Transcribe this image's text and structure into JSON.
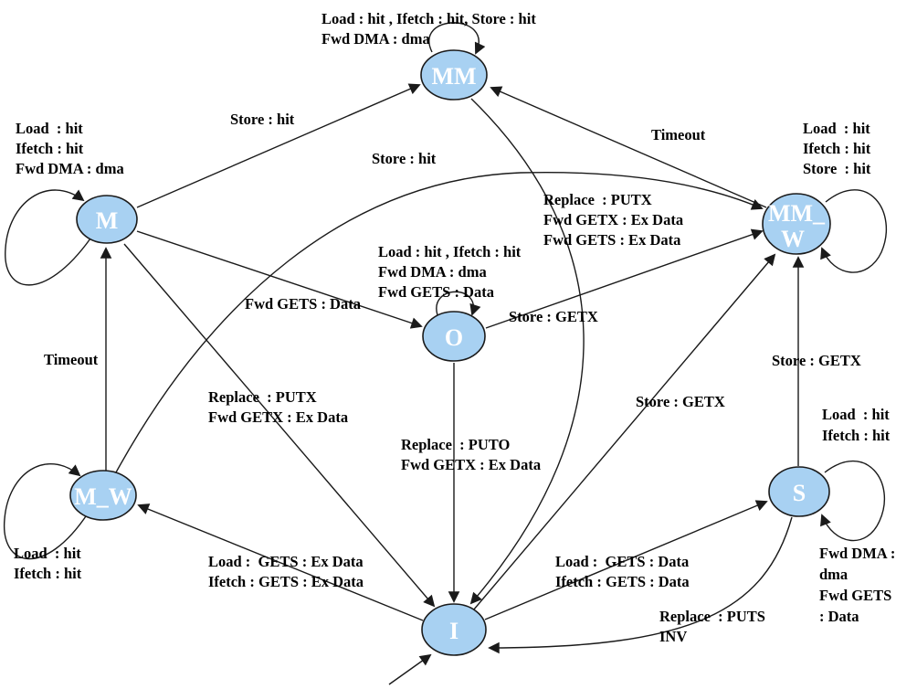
{
  "diagram": {
    "type": "state-machine",
    "description": "Cache coherence protocol state transition diagram",
    "states": {
      "mm": "MM",
      "m": "M",
      "mmw_line1": "MM_",
      "mmw_line2": "W",
      "o": "O",
      "mw": "M_W",
      "s": "S",
      "i": "I"
    },
    "transitions": [
      {
        "from": "MM",
        "to": "MM",
        "label_lines": [
          "Load : hit , Ifetch : hit, Store : hit",
          "Fwd DMA : dma"
        ]
      },
      {
        "from": "M",
        "to": "M",
        "label_lines": [
          "Load  : hit",
          "Ifetch : hit",
          "Fwd DMA : dma"
        ]
      },
      {
        "from": "MM_W",
        "to": "MM_W",
        "label_lines": [
          "Load  : hit",
          "Ifetch : hit",
          "Store  : hit"
        ]
      },
      {
        "from": "O",
        "to": "O",
        "label_lines": [
          "Load : hit , Ifetch : hit",
          "Fwd DMA : dma",
          "Fwd GETS : Data"
        ]
      },
      {
        "from": "M_W",
        "to": "M_W",
        "label_lines": [
          "Load  : hit",
          "Ifetch : hit"
        ]
      },
      {
        "from": "S",
        "to": "S",
        "label_lines": [
          "Load  : hit",
          "Ifetch : hit"
        ],
        "label_lines2": [
          "Fwd DMA :",
          "dma",
          "Fwd GETS",
          ": Data"
        ]
      },
      {
        "from": "M",
        "to": "MM",
        "label_lines": [
          "Store : hit"
        ]
      },
      {
        "from": "MM_W",
        "to": "MM",
        "label_lines": [
          "Timeout"
        ]
      },
      {
        "from": "M_W",
        "to": "M",
        "label_lines": [
          "Timeout"
        ]
      },
      {
        "from": "M",
        "to": "O",
        "label_lines": [
          "Fwd GETS : Data"
        ]
      },
      {
        "from": "M",
        "to": "I",
        "label_lines": [
          "Replace  : PUTX",
          "Fwd GETX : Ex Data"
        ]
      },
      {
        "from": "MM",
        "to": "I",
        "label_lines": [
          "Replace  : PUTX",
          "Fwd GETX : Ex Data",
          "Fwd GETS : Ex Data"
        ]
      },
      {
        "from": "O",
        "to": "I",
        "label_lines": [
          "Replace  : PUTO",
          "Fwd GETX : Ex Data"
        ]
      },
      {
        "from": "O",
        "to": "MM_W",
        "label_lines": [
          "Store : GETX"
        ]
      },
      {
        "from": "I",
        "to": "MM_W",
        "label_lines": [
          "Store : GETX"
        ]
      },
      {
        "from": "S",
        "to": "MM_W",
        "label_lines": [
          "Store : GETX"
        ]
      },
      {
        "from": "M_W",
        "to": "MM_W",
        "label_lines": [
          "Store : hit"
        ]
      },
      {
        "from": "I",
        "to": "M_W",
        "label_lines": [
          "Load :  GETS : Ex Data",
          "Ifetch : GETS : Ex Data"
        ]
      },
      {
        "from": "I",
        "to": "S",
        "label_lines": [
          "Load :  GETS : Data",
          "Ifetch : GETS : Data"
        ]
      },
      {
        "from": "S",
        "to": "I",
        "label_lines": [
          "Replace  : PUTS",
          "INV"
        ]
      },
      {
        "from": "(start)",
        "to": "I",
        "label_lines": []
      }
    ]
  },
  "colors": {
    "node_fill": "#a8d1f2",
    "node_stroke": "#1a1a1a",
    "edge": "#1a1a1a",
    "label_text": "#000000",
    "state_text": "#ffffff",
    "background": "#ffffff"
  }
}
